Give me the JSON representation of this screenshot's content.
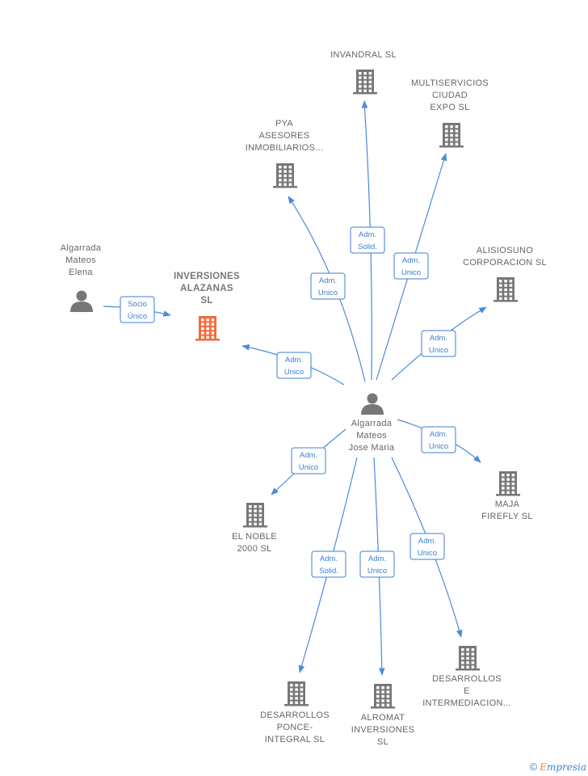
{
  "nodes": [
    {
      "id": "elena",
      "kind": "person",
      "lines": [
        "Algarrada",
        "Mateos",
        "Elena"
      ]
    },
    {
      "id": "alazanas",
      "kind": "company-focus",
      "lines": [
        "INVERSIONES",
        "ALAZANAS",
        "SL"
      ]
    },
    {
      "id": "jose",
      "kind": "person",
      "lines": [
        "Algarrada",
        "Mateos",
        "Jose Maria"
      ]
    },
    {
      "id": "invandral",
      "kind": "company",
      "lines": [
        "INVANDRAL  SL"
      ]
    },
    {
      "id": "multiservicios",
      "kind": "company",
      "lines": [
        "MULTISERVICIOS",
        "CIUDAD",
        "EXPO SL"
      ]
    },
    {
      "id": "pya",
      "kind": "company",
      "lines": [
        "PYA",
        "ASESORES",
        "INMOBILIARIOS..."
      ]
    },
    {
      "id": "alisiosuno",
      "kind": "company",
      "lines": [
        "ALISIOSUNO",
        "CORPORACION SL"
      ]
    },
    {
      "id": "maja",
      "kind": "company",
      "lines": [
        "MAJA",
        "FIREFLY  SL"
      ]
    },
    {
      "id": "elnoble",
      "kind": "company",
      "lines": [
        "EL NOBLE",
        "2000 SL"
      ]
    },
    {
      "id": "ponce",
      "kind": "company",
      "lines": [
        "DESARROLLOS",
        "PONCE-",
        "INTEGRAL SL"
      ]
    },
    {
      "id": "alromat",
      "kind": "company",
      "lines": [
        "ALROMAT",
        "INVERSIONES",
        "SL"
      ]
    },
    {
      "id": "intermediacion",
      "kind": "company",
      "lines": [
        "DESARROLLOS",
        "E",
        "INTERMEDIACION..."
      ]
    }
  ],
  "edges": [
    {
      "from": "elena",
      "to": "alazanas",
      "lines": [
        "Socio",
        "Único"
      ]
    },
    {
      "from": "jose",
      "to": "alazanas",
      "lines": [
        "Adm.",
        "Unico"
      ]
    },
    {
      "from": "jose",
      "to": "pya",
      "lines": [
        "Adm.",
        "Unico"
      ]
    },
    {
      "from": "jose",
      "to": "invandral",
      "lines": [
        "Adm.",
        "Solid."
      ]
    },
    {
      "from": "jose",
      "to": "multiservicios",
      "lines": [
        "Adm.",
        "Unico"
      ]
    },
    {
      "from": "jose",
      "to": "alisiosuno",
      "lines": [
        "Adm.",
        "Unico"
      ]
    },
    {
      "from": "jose",
      "to": "maja",
      "lines": [
        "Adm.",
        "Unico"
      ]
    },
    {
      "from": "jose",
      "to": "elnoble",
      "lines": [
        "Adm.",
        "Unico"
      ]
    },
    {
      "from": "jose",
      "to": "ponce",
      "lines": [
        "Adm.",
        "Solid."
      ]
    },
    {
      "from": "jose",
      "to": "alromat",
      "lines": [
        "Adm.",
        "Unico"
      ]
    },
    {
      "from": "jose",
      "to": "intermediacion",
      "lines": [
        "Adm.",
        "Unico"
      ]
    }
  ],
  "colors": {
    "edge": "#4a8ade",
    "icon": "#777777",
    "focus_icon": "#f26a3d"
  },
  "footer": {
    "copyright": "©",
    "brand_initial": "E",
    "brand_rest": "mpresia"
  }
}
